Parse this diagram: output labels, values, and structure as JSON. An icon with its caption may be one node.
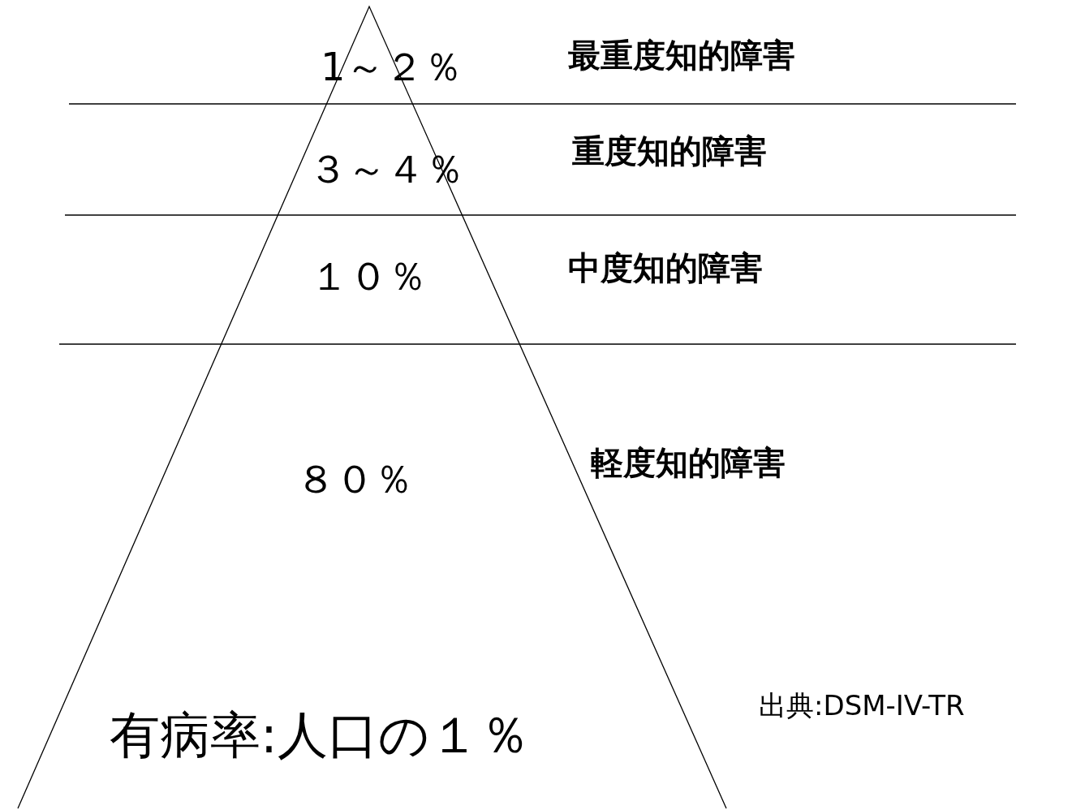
{
  "diagram": {
    "labels": [
      "1～２％",
      "最重度知的障害",
      "３～４％",
      "重度知的障害",
      "１０％",
      "中度知的障害",
      "８０％",
      "軽度知的障害",
      "出典:DSM-IV-TR",
      "有病率:人口の１％"
    ]
  }
}
